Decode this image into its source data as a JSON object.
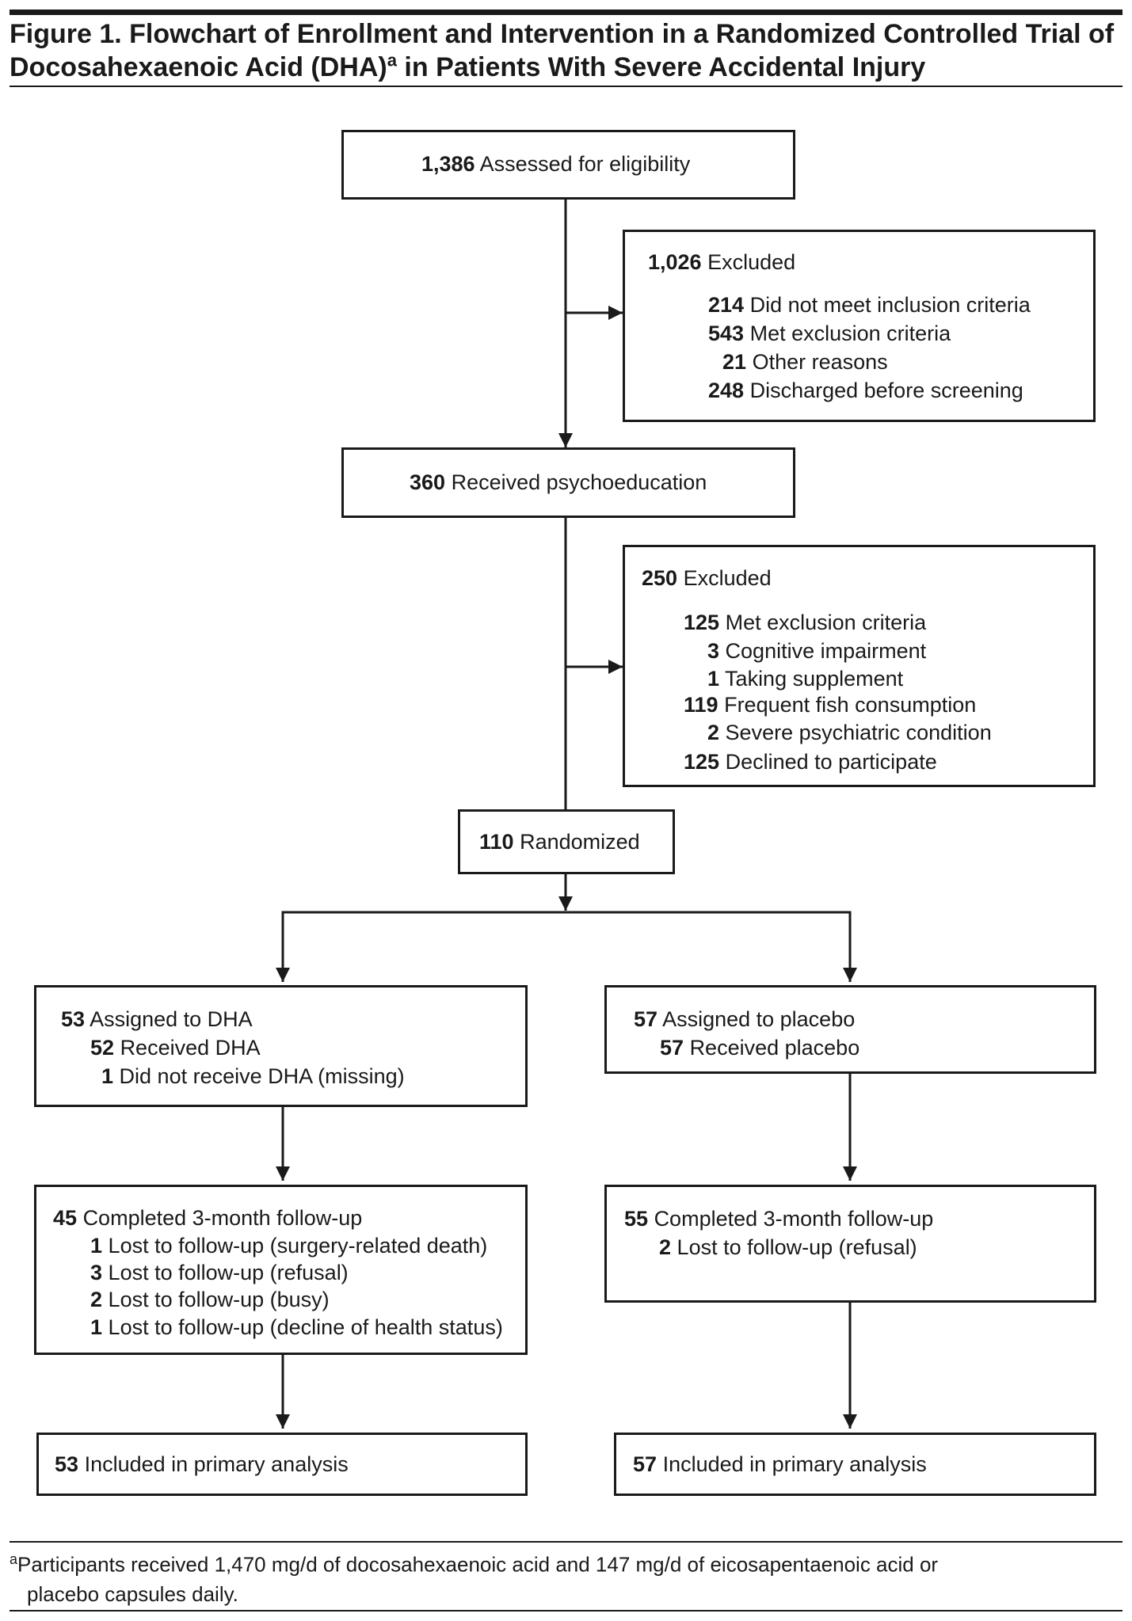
{
  "title": {
    "line1": "Figure 1. Flowchart of Enrollment and Intervention in a Randomized Controlled Trial of",
    "line2_pre": "Docosahexaenoic Acid (DHA)",
    "line2_sup": "a",
    "line2_post": " in Patients With Severe Accidental Injury"
  },
  "assessed": {
    "n": "1,386",
    "label": "Assessed for eligibility"
  },
  "excluded1": {
    "n": "1,026",
    "label": "Excluded",
    "items": [
      {
        "n": "214",
        "label": "Did not meet inclusion criteria"
      },
      {
        "n": "543",
        "label": "Met exclusion criteria"
      },
      {
        "n": "21",
        "label": "Other reasons"
      },
      {
        "n": "248",
        "label": "Discharged before screening"
      }
    ]
  },
  "psychoeducation": {
    "n": "360",
    "label": "Received psychoeducation"
  },
  "excluded2": {
    "n": "250",
    "label": "Excluded",
    "items": [
      {
        "n": "125",
        "label": "Met exclusion criteria"
      },
      {
        "n": "3",
        "label": "Cognitive impairment"
      },
      {
        "n": "1",
        "label": "Taking supplement"
      },
      {
        "n": "119",
        "label": "Frequent fish consumption"
      },
      {
        "n": "2",
        "label": "Severe psychiatric condition"
      },
      {
        "n": "125",
        "label": "Declined to participate"
      }
    ]
  },
  "randomized": {
    "n": "110",
    "label": "Randomized"
  },
  "dha_arm": {
    "assigned": {
      "n": "53",
      "label": "Assigned to DHA"
    },
    "received": {
      "n": "52",
      "label": "Received DHA"
    },
    "not_received": {
      "n": "1",
      "label": "Did not receive DHA (missing)"
    },
    "followup": {
      "n": "45",
      "label": "Completed 3-month follow-up"
    },
    "lost": [
      {
        "n": "1",
        "label": "Lost to follow-up (surgery-related death)"
      },
      {
        "n": "3",
        "label": "Lost to follow-up (refusal)"
      },
      {
        "n": "2",
        "label": "Lost to follow-up (busy)"
      },
      {
        "n": "1",
        "label": "Lost to follow-up (decline of health status)"
      }
    ],
    "analysis": {
      "n": "53",
      "label": "Included in primary analysis"
    }
  },
  "placebo_arm": {
    "assigned": {
      "n": "57",
      "label": "Assigned to placebo"
    },
    "received": {
      "n": "57",
      "label": "Received placebo"
    },
    "followup": {
      "n": "55",
      "label": "Completed 3-month follow-up"
    },
    "lost": [
      {
        "n": "2",
        "label": "Lost to follow-up (refusal)"
      }
    ],
    "analysis": {
      "n": "57",
      "label": "Included in primary analysis"
    }
  },
  "footnote": {
    "sup": "a",
    "line1": "Participants received 1,470 mg/d of docosahexaenoic acid and 147 mg/d of eicosapentaenoic acid or",
    "line2": "placebo capsules daily."
  }
}
